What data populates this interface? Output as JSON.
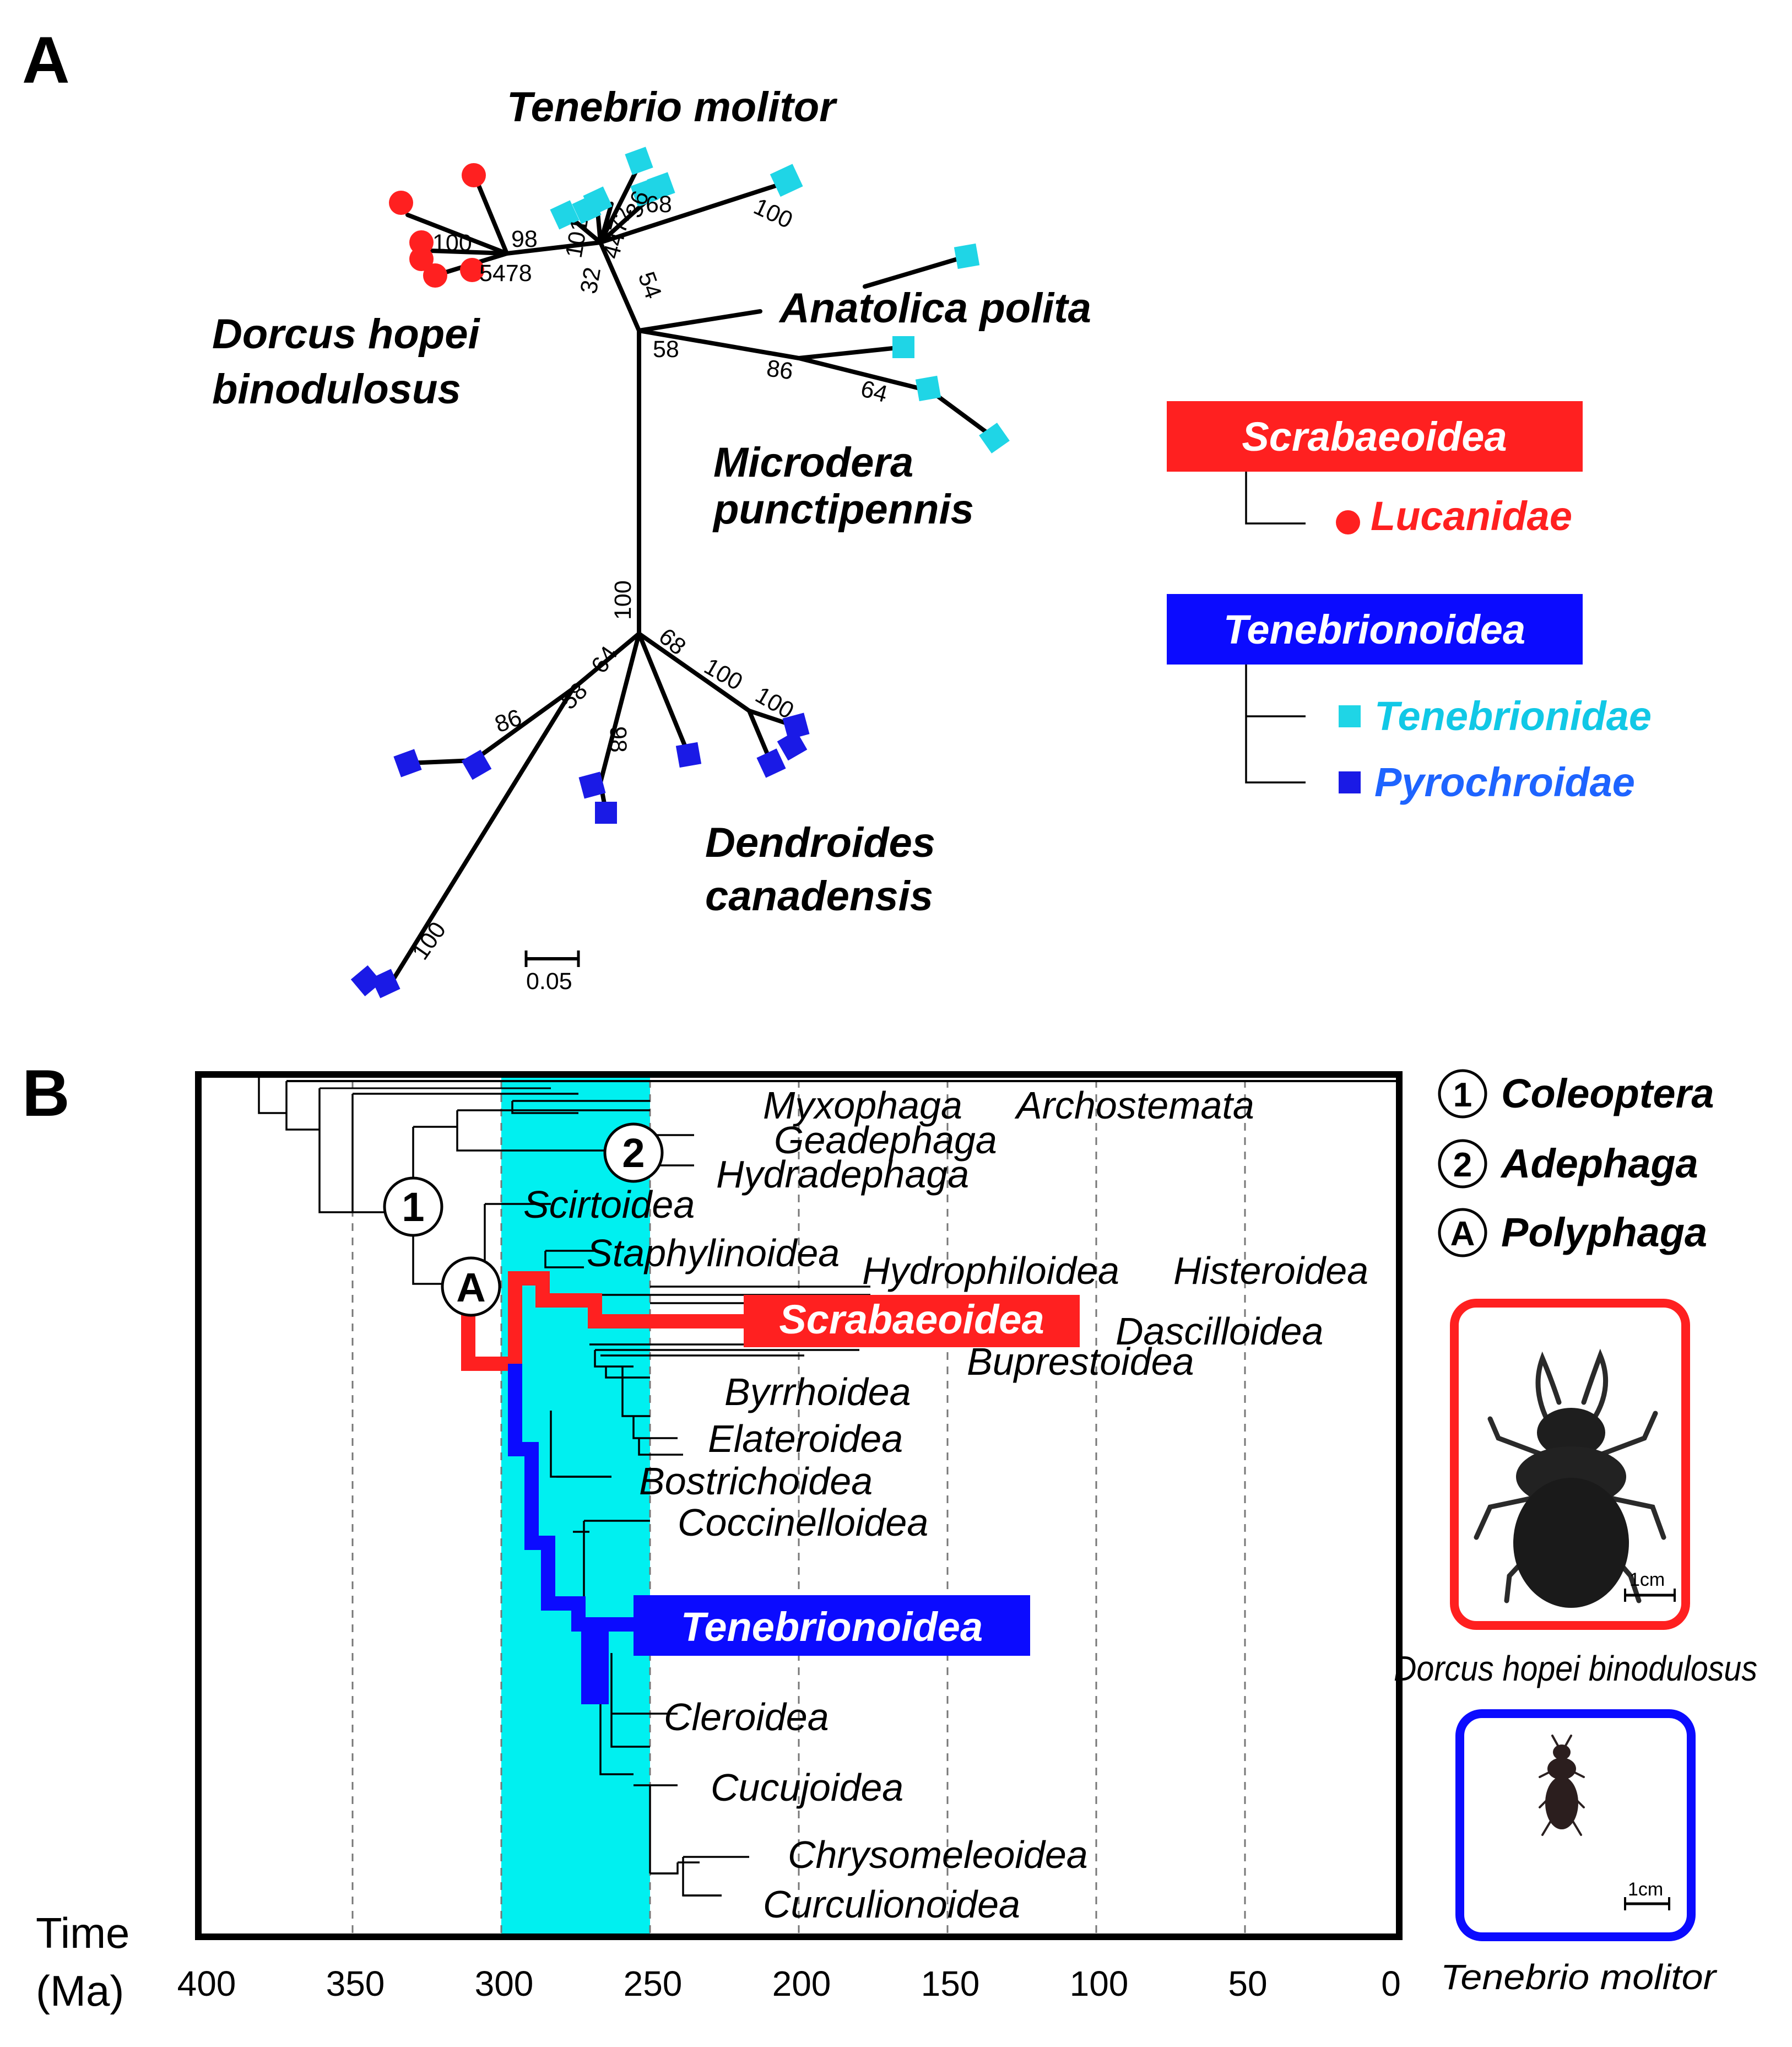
{
  "panels": {
    "a": "A",
    "b": "B"
  },
  "colors": {
    "lucanidae": "#ff2020",
    "tenebrionidae": "#1fd5e6",
    "pyrochroidae": "#1a1ae6",
    "legend_blue": "#0b0bff",
    "legend_cyan_text": "#11c8e6",
    "legend_blue_text": "#1e64ff",
    "highlight": "#00f0f0"
  },
  "panel_a": {
    "species": {
      "tenebrio": "Tenebrio molitor",
      "dorcus_1": "Dorcus hopei",
      "dorcus_2": "binodulosus",
      "anatolica": "Anatolica polita",
      "microdera_1": "Microdera",
      "microdera_2": "punctipennis",
      "dendroides_1": "Dendroides",
      "dendroides_2": "canadensis"
    },
    "bootstrap": {
      "b100_red": "100",
      "b98": "98",
      "b5478": "5478",
      "b101": "101",
      "b32": "32",
      "b4472": "4472",
      "b68_top": "68",
      "b36": "36",
      "b54": "54",
      "b100_cyan": "100",
      "b58": "58",
      "b86": "86",
      "b64": "64",
      "b100_mid": "100",
      "b68": "68",
      "b100_a": "100",
      "b100_b": "100",
      "b64_b": "64",
      "b58_b": "58",
      "b86_b": "86",
      "b98_b": "98",
      "b100_low": "100"
    },
    "scale_label": "0.05",
    "legend": {
      "superfamily_1": "Scrabaeoidea",
      "family_1": "Lucanidae",
      "superfamily_2": "Tenebrionoidea",
      "family_2": "Tenebrionidae",
      "family_3": "Pyrochroidae"
    }
  },
  "panel_b": {
    "clades": {
      "myxophaga": "Myxophaga",
      "archostemata": "Archostemata",
      "geadephaga": "Geadephaga",
      "hydradephaga": "Hydradephaga",
      "scirtoidea": "Scirtoidea",
      "staphylinoidea": "Staphylinoidea",
      "hydrophiloidea": "Hydrophiloidea",
      "histeroidea": "Histeroidea",
      "scrabaeoidea": "Scrabaeoidea",
      "dascilloidea": "Dascilloidea",
      "buprestoidea": "Buprestoidea",
      "byrrhoidea": "Byrrhoidea",
      "elateroidea": "Elateroidea",
      "bostrichoidea": "Bostrichoidea",
      "coccinelloidea": "Coccinelloidea",
      "tenebrionoidea": "Tenebrionoidea",
      "cleroidea": "Cleroidea",
      "cucujoidea": "Cucujoidea",
      "chrysomeleoidea": "Chrysomeleoidea",
      "curculionoidea": "Curculionoidea"
    },
    "nodes": {
      "n1": "1",
      "n2": "2",
      "nA": "A"
    },
    "node_legend": {
      "coleoptera": "Coleoptera",
      "adephaga": "Adephaga",
      "polyphaga": "Polyphaga"
    },
    "time_axis": {
      "title_1": "Time",
      "title_2": "(Ma)",
      "ticks": [
        "400",
        "350",
        "300",
        "250",
        "200",
        "150",
        "100",
        "50",
        "0"
      ],
      "highlight_range_ma": [
        300,
        250
      ]
    },
    "photos": {
      "dorcus_caption": "Dorcus hopei binodulosus",
      "tenebrio_caption": "Tenebrio molitor",
      "scale_1": "1cm",
      "scale_2": "1cm"
    }
  }
}
